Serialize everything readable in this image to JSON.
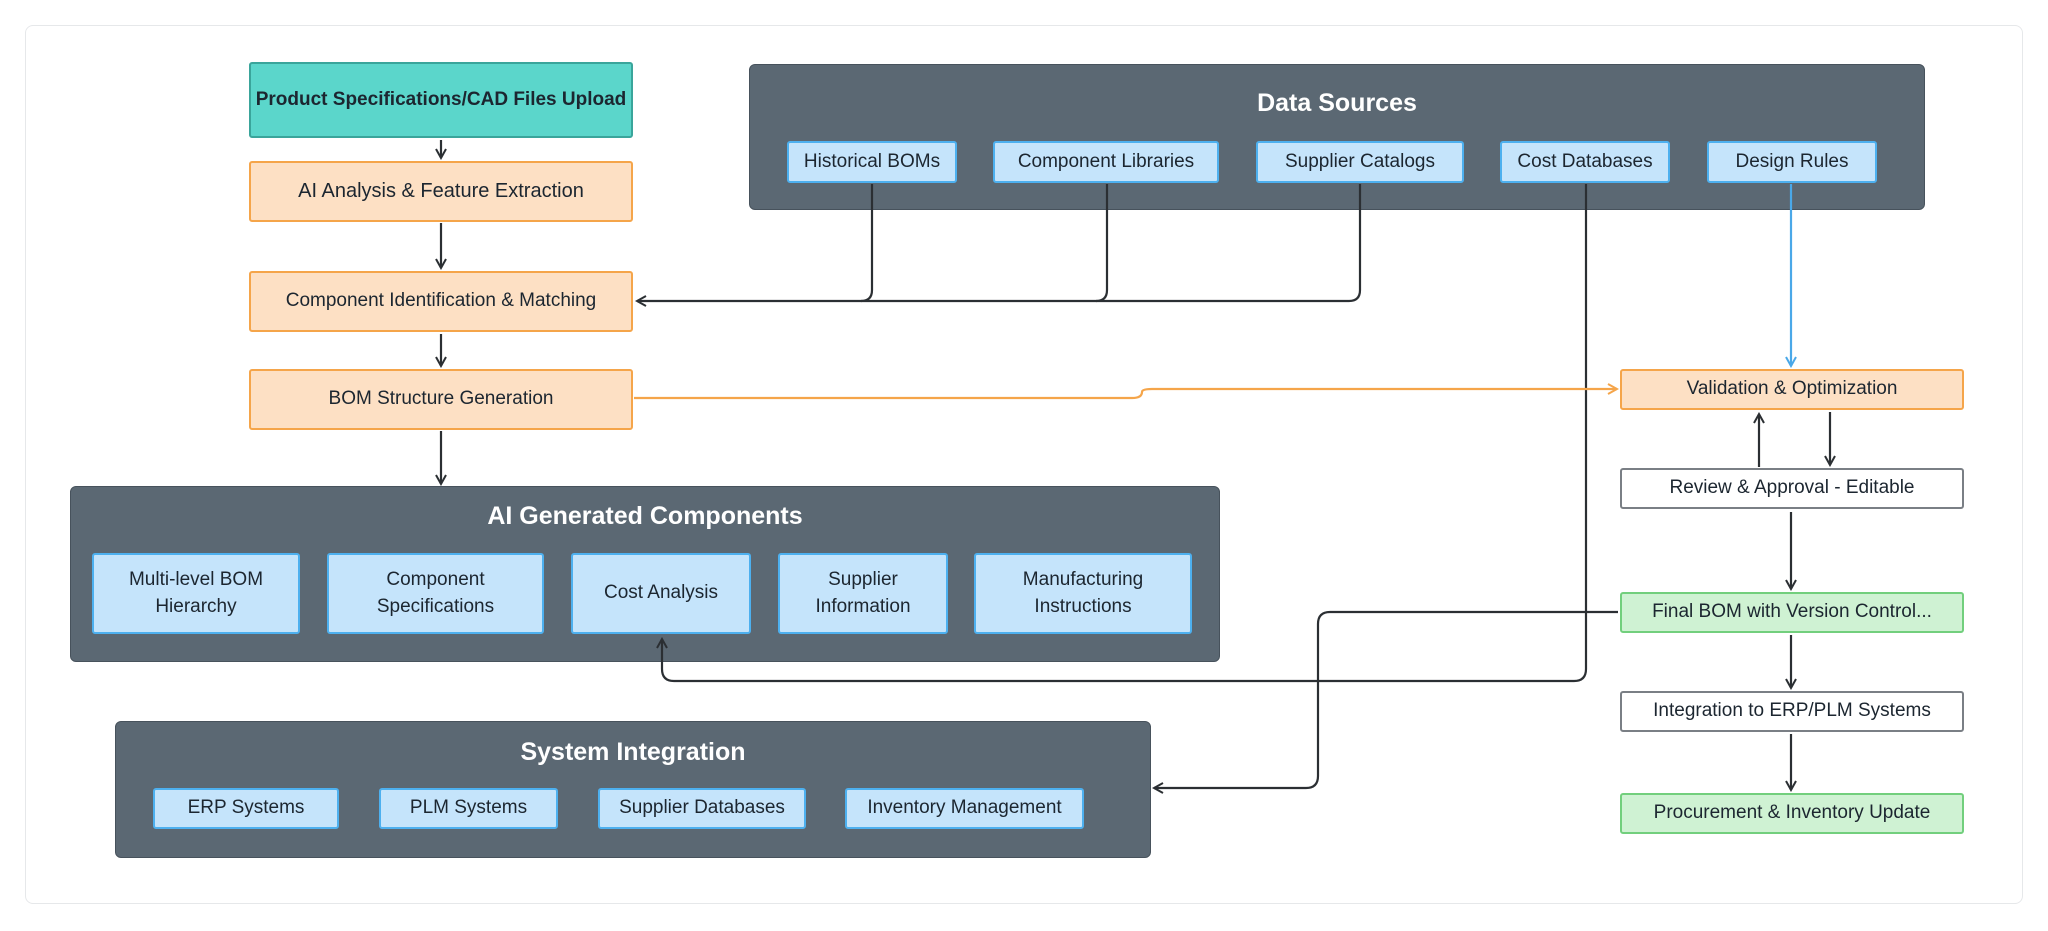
{
  "colors": {
    "orange_fill": "#fde0c4",
    "orange_border": "#f5a54a",
    "teal_fill": "#5bd6cb",
    "chip_fill": "#c5e4fb",
    "chip_border": "#4db0ef",
    "green_fill": "#cff2d3",
    "green_border": "#72cf7d",
    "group_fill": "#5b6873",
    "edge_dark": "#2b2f33",
    "edge_blue": "#4aa8e8",
    "edge_orange": "#f5a54a"
  },
  "nodes": {
    "upload": "Product Specifications/CAD Files Upload",
    "analysis": "AI Analysis & Feature Extraction",
    "identification": "Component Identification & Matching",
    "bom_structure": "BOM Structure Generation",
    "validation": "Validation & Optimization",
    "review": "Review & Approval - Editable",
    "final_bom": "Final BOM with Version Control...",
    "integration": "Integration to ERP/PLM Systems",
    "procurement": "Procurement & Inventory Update"
  },
  "data_sources": {
    "title": "Data Sources",
    "items": [
      "Historical BOMs",
      "Component Libraries",
      "Supplier Catalogs",
      "Cost Databases",
      "Design Rules"
    ]
  },
  "ai_components": {
    "title": "AI Generated Components",
    "items": [
      [
        "Multi-level BOM",
        "Hierarchy"
      ],
      [
        "Component",
        "Specifications"
      ],
      [
        "Cost Analysis"
      ],
      [
        "Supplier",
        "Information"
      ],
      [
        "Manufacturing",
        "Instructions"
      ]
    ]
  },
  "system_integration": {
    "title": "System Integration",
    "items": [
      "ERP Systems",
      "PLM Systems",
      "Supplier Databases",
      "Inventory Management"
    ]
  }
}
